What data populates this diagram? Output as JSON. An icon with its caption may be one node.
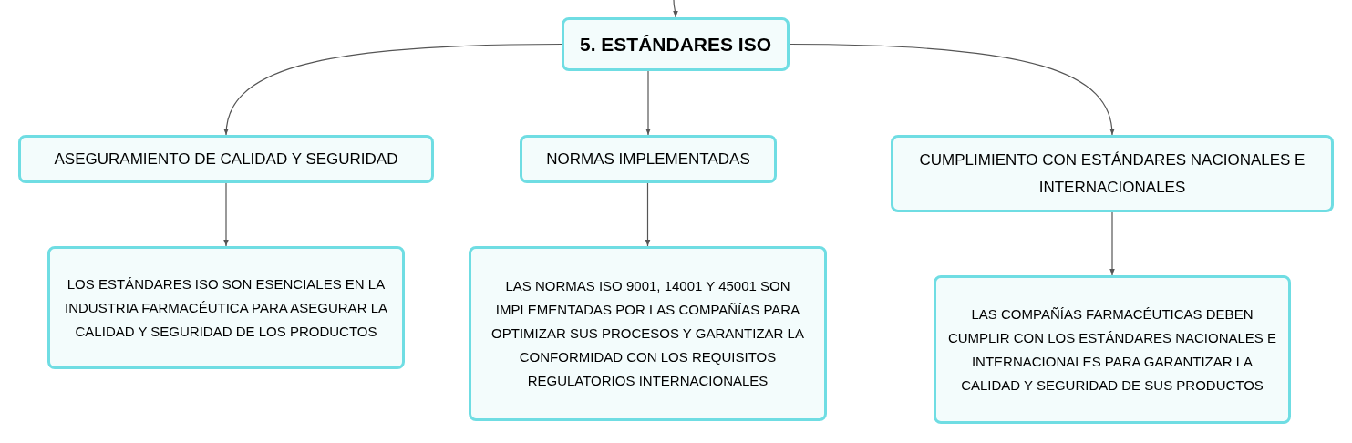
{
  "diagram": {
    "nodes": [
      {
        "text": [
          "5. ESTÁNDARES ISO"
        ]
      },
      {
        "text": [
          "ASEGURAMIENTO DE CALIDAD Y SEGURIDAD"
        ]
      },
      {
        "text": [
          "NORMAS IMPLEMENTADAS"
        ]
      },
      {
        "text": [
          "CUMPLIMIENTO CON ESTÁNDARES NACIONALES E INTERNACIONALES"
        ]
      },
      {
        "text": [
          "LOS ESTÁNDARES ISO SON ESENCIALES EN LA INDUSTRIA FARMACÉUTICA PARA ASEGURAR LA CALIDAD Y SEGURIDAD DE LOS PRODUCTOS"
        ]
      },
      {
        "text": [
          "LAS NORMAS ISO 9001, 14001 Y 45001 SON IMPLEMENTADAS POR LAS COMPAÑÍAS PARA OPTIMIZAR SUS PROCESOS Y GARANTIZAR LA CONFORMIDAD CON LOS REQUISITOS REGULATORIOS INTERNACIONALES"
        ]
      },
      {
        "text": [
          "LAS COMPAÑÍAS FARMACÉUTICAS DEBEN CUMPLIR CON LOS ESTÁNDARES NACIONALES E INTERNACIONALES PARA GARANTIZAR LA CALIDAD Y SEGURIDAD DE SUS PRODUCTOS"
        ]
      }
    ],
    "edges": [
      {
        "from": null,
        "to": 0,
        "arrow": "to"
      },
      {
        "from": 0,
        "to": 1,
        "arrow": "to"
      },
      {
        "from": 0,
        "to": 2,
        "arrow": "to"
      },
      {
        "from": 0,
        "to": 3,
        "arrow": "to"
      },
      {
        "from": 1,
        "to": 4,
        "arrow": "to"
      },
      {
        "from": 2,
        "to": 5,
        "arrow": "to"
      },
      {
        "from": 3,
        "to": 6,
        "arrow": "to"
      }
    ]
  }
}
